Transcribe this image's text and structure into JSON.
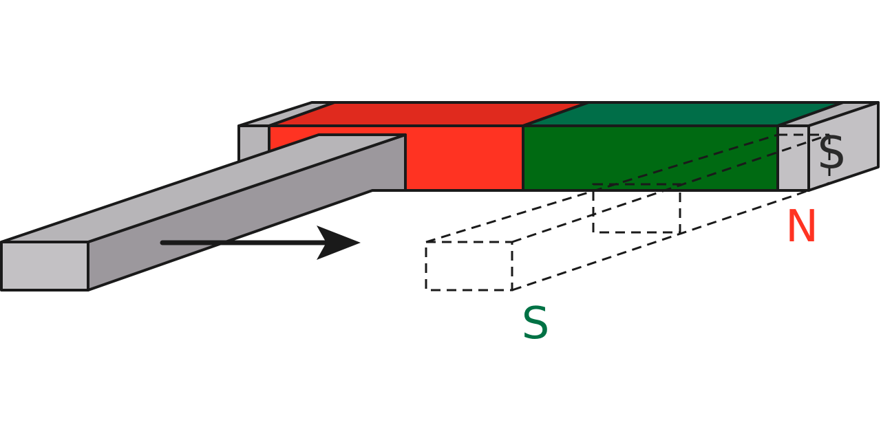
{
  "labels": {
    "end_pole": "S",
    "north_pole": "N",
    "south_pole": "S"
  },
  "colors": {
    "north_front": "#ff3322",
    "north_top": "#e02a1e",
    "south_front": "#006a12",
    "south_top": "#006e48",
    "steel_front": "#9c989d",
    "steel_top": "#b7b5b8",
    "steel_end": "#c3c1c4",
    "outline": "#1a1a1a",
    "label_north": "#ff3322",
    "label_south": "#007245"
  }
}
